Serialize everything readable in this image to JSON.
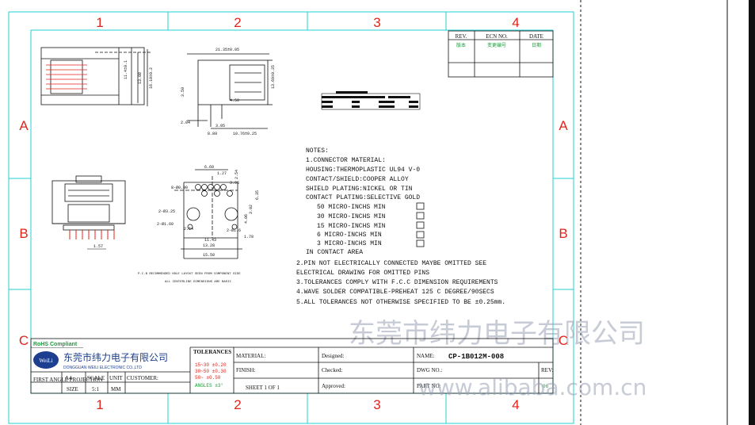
{
  "sheet": {
    "col_markers": [
      "1",
      "2",
      "3",
      "4"
    ],
    "row_markers": [
      "A",
      "B",
      "C"
    ]
  },
  "revision_table": {
    "headers": [
      "REV.",
      "ECN NO.",
      "DATE"
    ],
    "values": [
      "版本",
      "变更编号",
      "日期"
    ]
  },
  "top_view_dims": [
    "21.35±0.05",
    "11.4±0.1",
    "13.08",
    "16.10±0.2"
  ],
  "side_view_dims": [
    "13.60±0.25",
    "3.50",
    "2.04",
    "4.50",
    "3.05",
    "8.89",
    "10.76±0.25"
  ],
  "pcb_layout_dims": [
    "6.60",
    "1.27",
    "8-Ø0.90",
    "2.54",
    "3.05",
    "6.35",
    "3.02",
    "2-Ø3.25",
    "4.06",
    "2-Ø1.60",
    "2.54",
    "11.43",
    "13.28",
    "15.50",
    "2-Ø1.6",
    "1.78"
  ],
  "front_view_dims": [
    "1.57"
  ],
  "pcb_notes": [
    "P.C.B RECOMMENDED HOLE LAYOUT SEEN FROM COMPONENT SIDE",
    "ALL CENTERLINE DIMENSIONS ARE BASIC"
  ],
  "notes": {
    "heading": "NOTES:",
    "lines": [
      "1.CONNECTOR MATERIAL:",
      "HOUSING:THERMOPLASTIC UL94 V-0",
      "CONTACT/SHIELD:COOPER ALLOY",
      "SHIELD PLATING:NICKEL OR TIN",
      "CONTACT PLATING:SELECTIVE GOLD",
      "50 MICRO-INCHS MIN",
      "30 MICRO-INCHS MIN",
      "15 MICRO-INCHS MIN",
      "6 MICRO-INCHS MIN",
      "3 MICRO-INCHS MIN",
      "IN CONTACT AREA",
      "2.PIN NOT ELECTRICALLY CONNECTED MAYBE OMITTED SEE",
      "ELECTRICAL DRAWING FOR OMITTED PINS",
      "3.TOLERANCES COMPLY WITH F.C.C DIMENSION REQUIREMENTS",
      "4.WAVE SOLDER COMPATIBLE-PREHEAT 125 C DEGREE/90SECS",
      "5.ALL TOLERANCES NOT OTHERWISE SPECIFIED TO BE ±0.25mm."
    ]
  },
  "title_block": {
    "rohs": "RoHS Compliant",
    "company_name": "东莞市纬力电子有限公司",
    "company_en": "DONGGUAN WEILI ELECTRONIC CO.,LTD",
    "logo": "WeiLi",
    "size_value": "A4",
    "size_label": "SIZE",
    "scale_label": "SCALE",
    "scale_value": "5:1",
    "unit_label": "UNIT",
    "unit_value": "MM",
    "customer_label": "CUSTOMER:",
    "projection_label": "FIRST ANGLE PROJECTION",
    "tolerances_label": "TOLERANCES",
    "tolerance_lines": [
      "15~30 ±0.20",
      "30~50 ±0.30",
      "50~ ±0.50"
    ],
    "angles_label": "ANGLES ±3°",
    "material_label": "MATERIAL:",
    "finish_label": "FINISH:",
    "sheet_label": "SHEET 1 OF 1",
    "designed_label": "Designed:",
    "checked_label": "Checked:",
    "approved_label": "Approved:",
    "name_label": "NAME:",
    "name_value": "CP-1B012M-008",
    "dwg_label": "DWG NO.:",
    "part_label": "PART NO:",
    "rev_label": "REV:",
    "rev_value": "06"
  },
  "watermarks": {
    "company": "东莞市纬力电子有限公司",
    "site": "www.alibaba.com.cn"
  },
  "colors": {
    "border_cyan": "#22d3d0",
    "grid_red": "#e0241b",
    "logo_blue": "#1d3f8f",
    "green": "#1a9e39"
  }
}
